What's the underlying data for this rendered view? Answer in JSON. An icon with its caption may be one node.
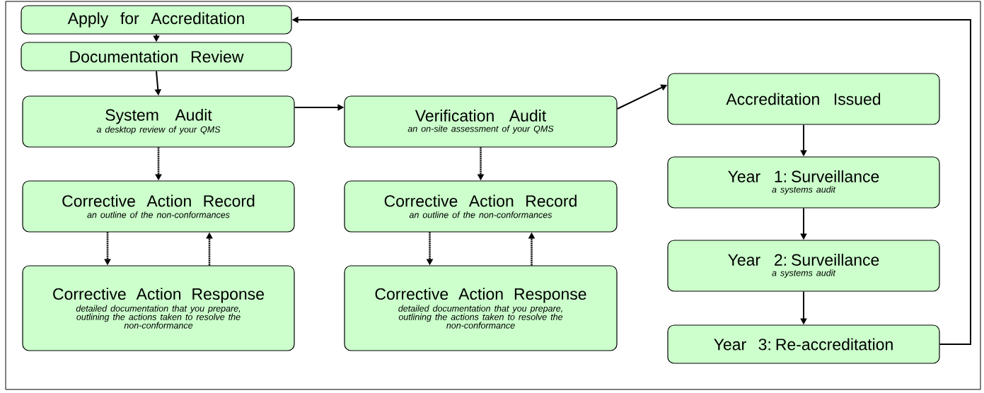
{
  "diagram": {
    "nodes": [
      {
        "text": [
          "Apply for Accreditation"
        ]
      },
      {
        "text": [
          "Documentation Review"
        ]
      },
      {
        "text": [
          "System Audit",
          "a desktop review of your QMS"
        ]
      },
      {
        "text": [
          "Corrective Action Record",
          "an outline of the non-conformances"
        ]
      },
      {
        "text": [
          "Corrective Action Response",
          "detailed documentation that you prepare, outlining the actions taken to resolve the non-conformance"
        ]
      },
      {
        "text": [
          "Verification Audit",
          "an on-site assessment of your QMS"
        ]
      },
      {
        "text": [
          "Corrective Action Record",
          "an outline of the non-conformances"
        ]
      },
      {
        "text": [
          "Corrective Action Response",
          "detailed documentation that you prepare, outlining the actions taken to resolve the non-conformance"
        ]
      },
      {
        "text": [
          "Accreditation Issued"
        ]
      },
      {
        "text": [
          "Year 1: Surveillance",
          "a systems audit"
        ]
      },
      {
        "text": [
          "Year 2: Surveillance",
          "a systems audit"
        ]
      },
      {
        "text": [
          "Year 3: Re-accreditation"
        ]
      }
    ],
    "edges": [
      {
        "from": 0,
        "to": 1,
        "arrow": "to"
      },
      {
        "from": 1,
        "to": 2,
        "arrow": "to"
      },
      {
        "from": 2,
        "to": 5,
        "arrow": "to"
      },
      {
        "from": 5,
        "to": 8,
        "arrow": "to"
      },
      {
        "from": 2,
        "to": 3,
        "arrow": "to",
        "style": "dashed"
      },
      {
        "from": 3,
        "to": 4,
        "arrow": "to",
        "style": "dashed"
      },
      {
        "from": 4,
        "to": 3,
        "arrow": "to",
        "style": "dashed"
      },
      {
        "from": 5,
        "to": 6,
        "arrow": "to",
        "style": "dashed"
      },
      {
        "from": 6,
        "to": 7,
        "arrow": "to",
        "style": "dashed"
      },
      {
        "from": 7,
        "to": 6,
        "arrow": "to",
        "style": "dashed"
      },
      {
        "from": 8,
        "to": 9,
        "arrow": "to"
      },
      {
        "from": 9,
        "to": 10,
        "arrow": "to"
      },
      {
        "from": 10,
        "to": 11,
        "arrow": "to"
      },
      {
        "from": 11,
        "to": 0,
        "arrow": "to"
      }
    ]
  }
}
